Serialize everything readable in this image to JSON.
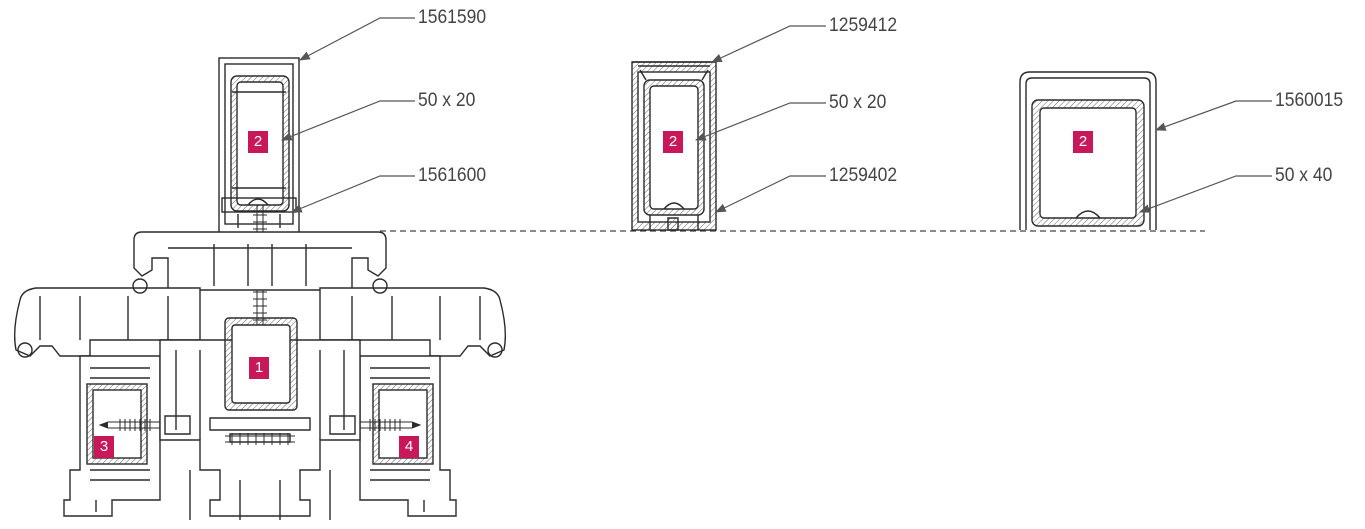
{
  "colors": {
    "badge": "#c8185a",
    "line": "#2b2b2b",
    "hatch": "#555555",
    "leader": "#555555"
  },
  "callouts": {
    "c1": "1561590",
    "c2": "50 x 20",
    "c3": "1561600",
    "c4": "1259412",
    "c5": "50 x 20",
    "c6": "1259402",
    "c7": "1560015",
    "c8": "50 x 40"
  },
  "badges": {
    "b_main": "1",
    "b_left": "3",
    "b_right": "4",
    "b_post1": "2",
    "b_post2": "2",
    "b_post3": "2"
  }
}
